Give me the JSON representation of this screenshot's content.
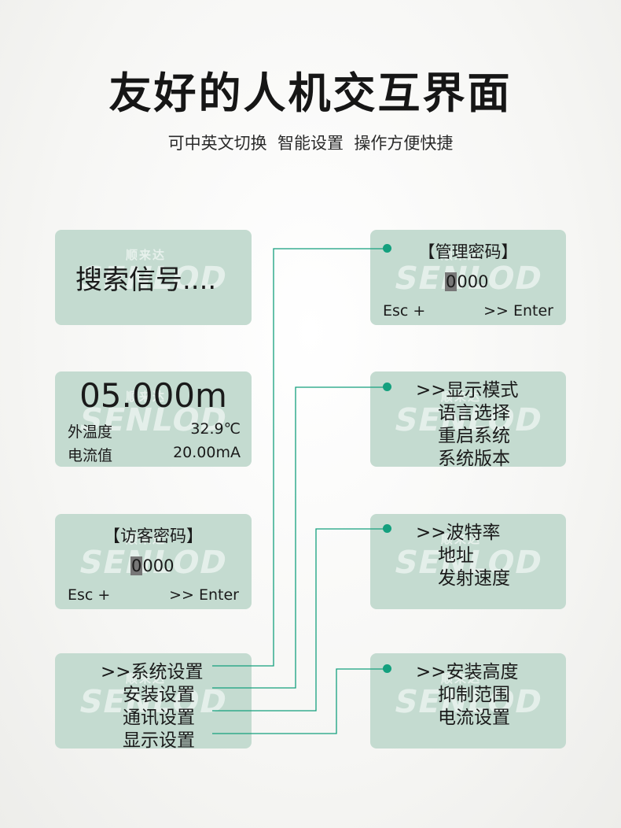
{
  "header": {
    "title": "友好的人机交互界面",
    "subtitle": "可中英文切换  智能设置  操作方便快捷"
  },
  "watermark": {
    "text": "SENLOD",
    "cn": "顺来达"
  },
  "colors": {
    "panel": "#c4dbd0",
    "connector": "#14a07e"
  },
  "left_panels": {
    "search": {
      "text": "搜索信号...."
    },
    "reading": {
      "value": "05.000m",
      "temp_label": "外温度",
      "temp_value": "32.9℃",
      "current_label": "电流值",
      "current_value": "20.00mA"
    },
    "guest_password": {
      "title": "【访客密码】",
      "digit_cursor": "0",
      "digits_rest": "000",
      "esc": "Esc +",
      "enter": ">> Enter"
    },
    "main_menu": {
      "items": [
        ">>系统设置",
        "安装设置",
        "通讯设置",
        "显示设置"
      ]
    }
  },
  "right_panels": {
    "admin_password": {
      "title": "【管理密码】",
      "digit_cursor": "0",
      "digits_rest": "000",
      "esc": "Esc +",
      "enter": ">> Enter"
    },
    "system_menu": {
      "items": [
        ">>显示模式",
        "语言选择",
        "重启系统",
        "系统版本"
      ]
    },
    "comm_menu": {
      "items": [
        ">>波特率",
        "地址",
        "发射速度"
      ]
    },
    "install_menu": {
      "items": [
        ">>安装高度",
        "抑制范围",
        "电流设置"
      ]
    }
  }
}
